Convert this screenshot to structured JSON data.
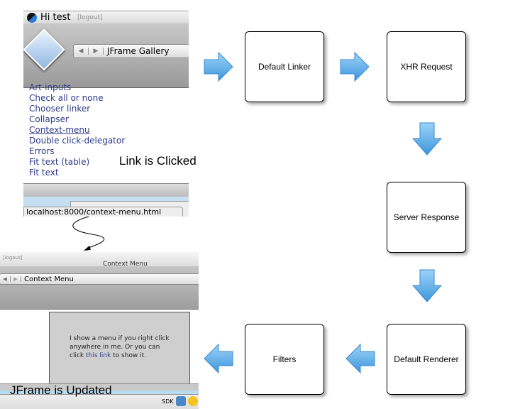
{
  "screenshot_before": {
    "greeting": "Hi test",
    "logout": "[logout]",
    "window_title": "JFrame Gallery",
    "links": [
      "Art-inputs",
      "Check all or none",
      "Chooser linker",
      "Collapser",
      "Context-menu",
      "Double click-delegator",
      "Errors",
      "Fit text (table)",
      "Fit text"
    ],
    "status_url": "localhost:8000/context-menu.html"
  },
  "screenshot_after": {
    "logout": "[logout]",
    "window_title_top": "Context Menu",
    "window_title": "Context Menu",
    "content_text_1": "I show a menu if you right click anywhere in me. Or you can click",
    "content_link": "this link",
    "content_text_2": "to show it.",
    "dock_label": "SDK"
  },
  "labels": {
    "clicked": "Link is Clicked",
    "updated": "JFrame is Updated"
  },
  "steps": [
    "Default Linker",
    "XHR Request",
    "Server Response",
    "Default Renderer",
    "Filters"
  ],
  "colors": {
    "arrow": "#5aaeea",
    "link": "#2c3a8a"
  }
}
